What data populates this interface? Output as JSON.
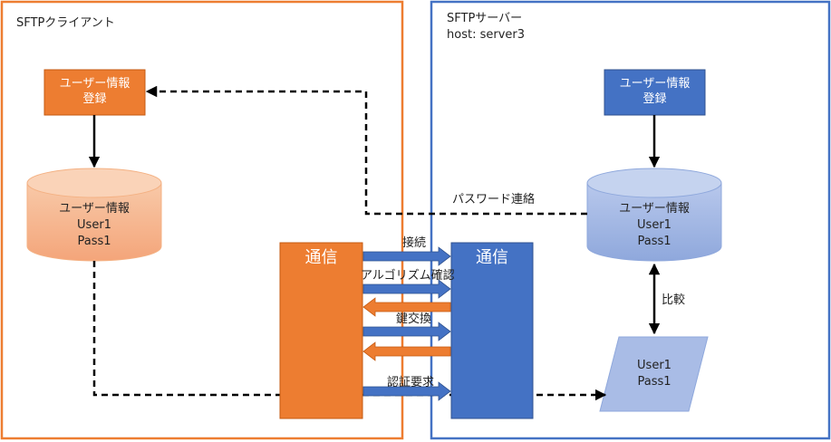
{
  "client": {
    "title": "SFTPクライアント",
    "register_box": [
      "ユーザー情報",
      "登録"
    ],
    "db": [
      "ユーザー情報",
      "User1",
      "Pass1"
    ],
    "comm_label": "通信",
    "accent": "#ED7D31",
    "db_fill": "#F4B183"
  },
  "server": {
    "title_line1": "SFTPサーバー",
    "title_line2": "host: server3",
    "register_box": [
      "ユーザー情報",
      "登録"
    ],
    "db": [
      "ユーザー情報",
      "User1",
      "Pass1"
    ],
    "comm_label": "通信",
    "input_shape": [
      "User1",
      "Pass1"
    ],
    "accent": "#4472C4",
    "db_fill": "#A9BCE6"
  },
  "labels": {
    "password_contact": "パスワード連絡",
    "compare": "比較",
    "connect": "接続",
    "algorithm_confirm": "アルゴリズム確認",
    "key_exchange": "鍵交換",
    "auth_request": "認証要求"
  }
}
